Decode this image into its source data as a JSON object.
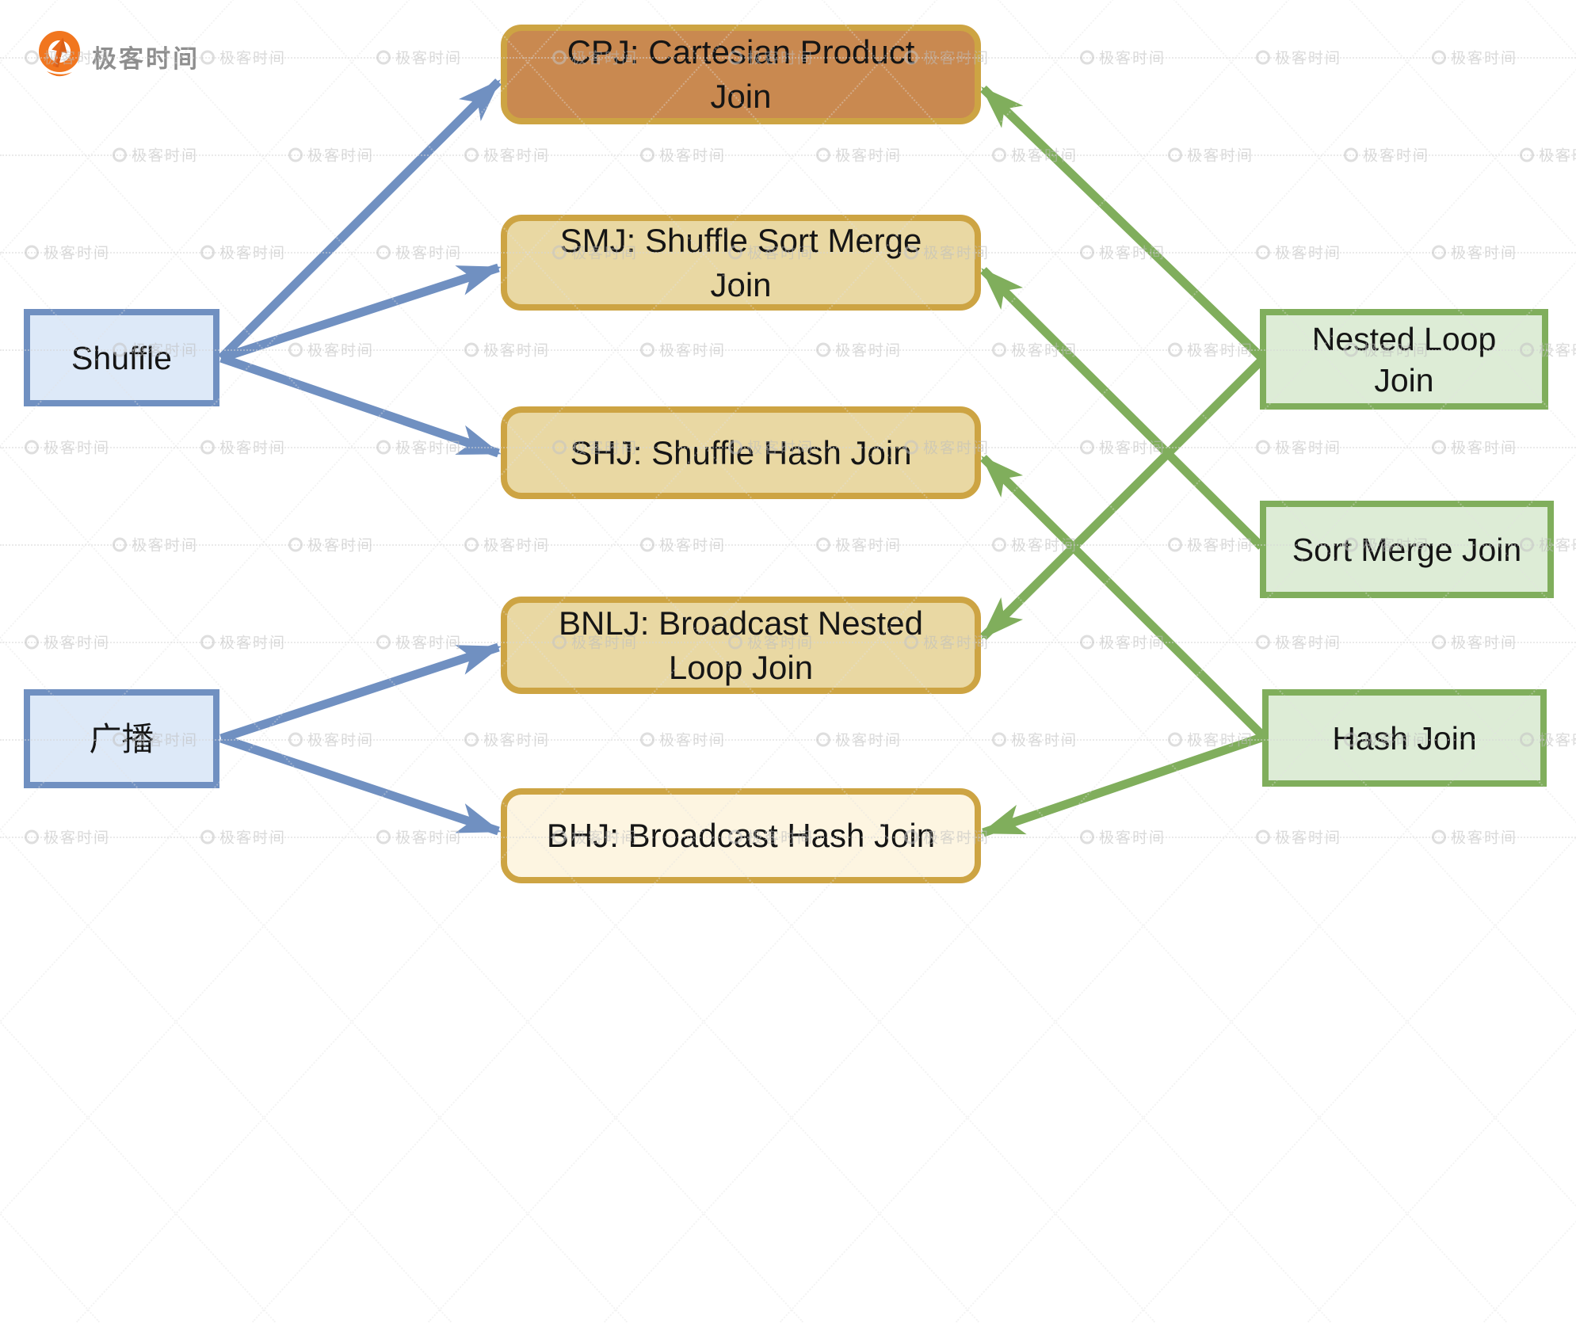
{
  "brand": {
    "logo_text": "极客时间"
  },
  "watermark": {
    "text": "极客时间"
  },
  "nodes": {
    "shuffle": {
      "label": "Shuffle"
    },
    "broadcast": {
      "label": "广播"
    },
    "cpj": {
      "label": "CPJ: Cartesian Product\nJoin"
    },
    "smj": {
      "label": "SMJ: Shuffle Sort Merge\nJoin"
    },
    "shj": {
      "label": "SHJ: Shuffle Hash Join"
    },
    "bnlj": {
      "label": "BNLJ: Broadcast Nested\nLoop Join"
    },
    "bhj": {
      "label": "BHJ: Broadcast Hash Join"
    },
    "nested_loop_join": {
      "label": "Nested Loop\nJoin"
    },
    "sort_merge_join": {
      "label": "Sort Merge Join"
    },
    "hash_join": {
      "label": "Hash Join"
    }
  },
  "edges": [
    {
      "from": "shuffle",
      "to": "cpj",
      "color": "blue"
    },
    {
      "from": "shuffle",
      "to": "smj",
      "color": "blue"
    },
    {
      "from": "shuffle",
      "to": "shj",
      "color": "blue"
    },
    {
      "from": "broadcast",
      "to": "bnlj",
      "color": "blue"
    },
    {
      "from": "broadcast",
      "to": "bhj",
      "color": "blue"
    },
    {
      "from": "nested_loop_join",
      "to": "cpj",
      "color": "green"
    },
    {
      "from": "nested_loop_join",
      "to": "bnlj",
      "color": "green"
    },
    {
      "from": "sort_merge_join",
      "to": "smj",
      "color": "green"
    },
    {
      "from": "hash_join",
      "to": "shj",
      "color": "green"
    },
    {
      "from": "hash_join",
      "to": "bhj",
      "color": "green"
    }
  ],
  "colors": {
    "blue_arrow": "#7090c1",
    "green_arrow": "#80ae5c",
    "blue_border": "#7090c1",
    "blue_fill": "#dde9f8",
    "gold_border": "#cda443",
    "tan_fill": "#e9d8a3",
    "orange_fill": "#c98950",
    "cream_fill": "#fdf5e1",
    "green_border": "#80ae5c",
    "green_fill": "#ddecd6",
    "logo_orange": "#f1761f"
  }
}
